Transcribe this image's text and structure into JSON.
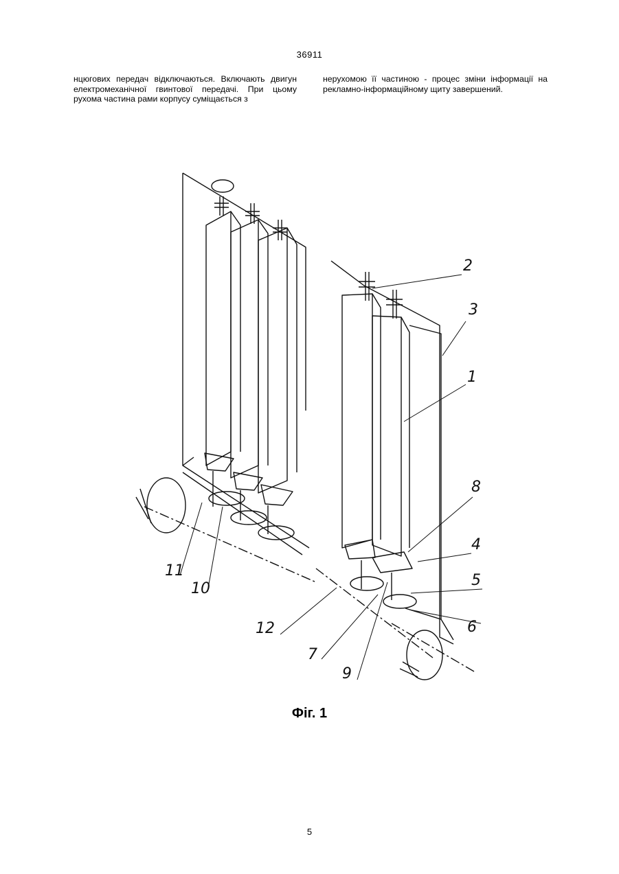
{
  "header": {
    "page_ref": "36911"
  },
  "text": {
    "left_column": "нцюгових передач відключаються. Включають двигун електромеханічної гвинтової передачі. При цьому рухома частина рами корпусу суміщається з",
    "right_column": "нерухомою її частиною - процес зміни інформації на рекламно-інформаційному щиту завершений."
  },
  "figure": {
    "caption": "Фіг. 1",
    "labels": [
      "2",
      "3",
      "1",
      "8",
      "4",
      "5",
      "6",
      "9",
      "7",
      "12",
      "10",
      "11"
    ]
  },
  "footer": {
    "page_number": "5"
  }
}
